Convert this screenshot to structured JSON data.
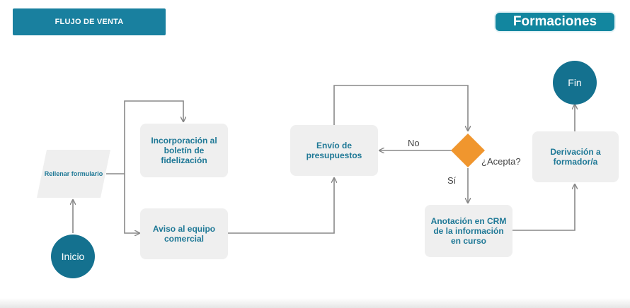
{
  "header": {
    "title": "FLUJO DE VENTA"
  },
  "brand": {
    "logo_text": "Formaciones"
  },
  "diagram": {
    "nodes": {
      "inicio": "Inicio",
      "rellenar": "Rellenar formulario",
      "incorporacion": "Incorporación al boletín de fidelización",
      "aviso": "Aviso al equipo comercial",
      "envio": "Envío de presupuestos",
      "acepta": "¿Acepta?",
      "anotacion": "Anotación en CRM de la información en curso",
      "derivacion": "Derivación a formador/a",
      "fin": "Fin"
    },
    "edge_labels": {
      "no": "No",
      "si": "Sí"
    },
    "colors": {
      "primary": "#19809f",
      "circle": "#14718f",
      "diamond": "#f0962e",
      "node_bg": "#efefef",
      "node_text": "#1e7896",
      "connector": "#888888"
    }
  }
}
